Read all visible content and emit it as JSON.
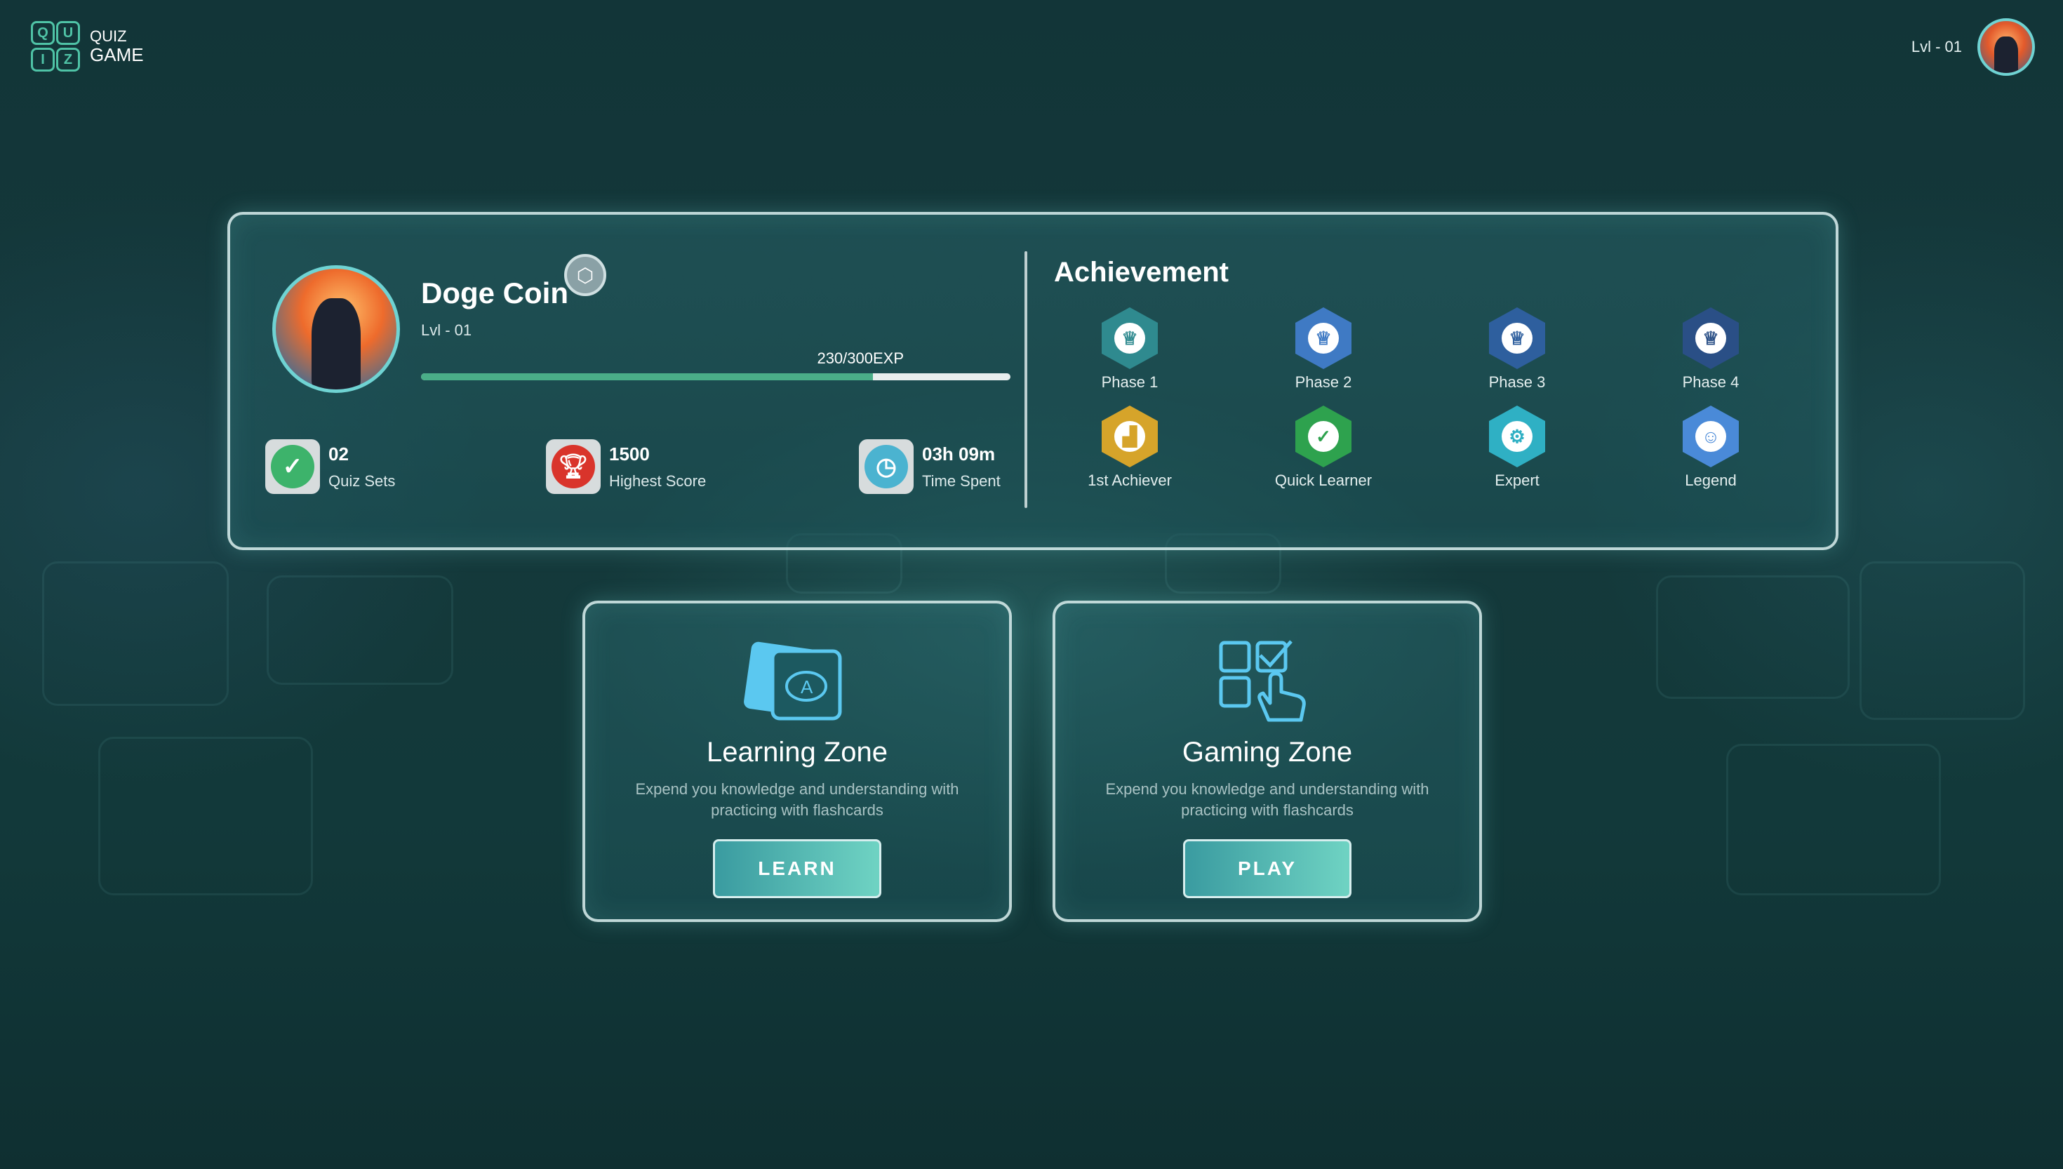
{
  "header": {
    "logo_letters": [
      "Q",
      "U",
      "I",
      "Z"
    ],
    "logo_line1": "QUIZ",
    "logo_line2": "GAME",
    "level": "Lvl - 01"
  },
  "profile": {
    "name": "Doge Coin",
    "level": "Lvl - 01",
    "exp_text": "230/300EXP",
    "exp_progress": 0.767,
    "stats": [
      {
        "value": "02",
        "label": "Quiz Sets",
        "icon": "check-icon",
        "color": "#3db36b"
      },
      {
        "value": "1500",
        "label": "Highest Score",
        "icon": "trophy-icon",
        "color": "#d9342b"
      },
      {
        "value": "03h 09m",
        "label": "Time Spent",
        "icon": "stopwatch-icon",
        "color": "#4bb3d0"
      }
    ]
  },
  "achievement": {
    "title": "Achievement",
    "items": [
      {
        "label": "Phase 1",
        "color": "#2f8a8f",
        "icon": "trophy-icon"
      },
      {
        "label": "Phase 2",
        "color": "#3f7ac4",
        "icon": "trophy-icon"
      },
      {
        "label": "Phase 3",
        "color": "#2e5f9e",
        "icon": "trophy-icon"
      },
      {
        "label": "Phase 4",
        "color": "#2a4f86",
        "icon": "trophy-icon"
      },
      {
        "label": "1st Achiever",
        "color": "#d6a42a",
        "icon": "podium-icon"
      },
      {
        "label": "Quick Learner",
        "color": "#2ea24e",
        "icon": "check-icon"
      },
      {
        "label": "Expert",
        "color": "#2fb0c4",
        "icon": "gear-icon"
      },
      {
        "label": "Legend",
        "color": "#4a8ad8",
        "icon": "person-icon"
      }
    ]
  },
  "zones": [
    {
      "title": "Learning Zone",
      "description": "Expend you knowledge and understanding with practicing with flashcards",
      "button": "LEARN"
    },
    {
      "title": "Gaming Zone",
      "description": "Expend you knowledge and understanding with practicing with flashcards",
      "button": "PLAY"
    }
  ]
}
